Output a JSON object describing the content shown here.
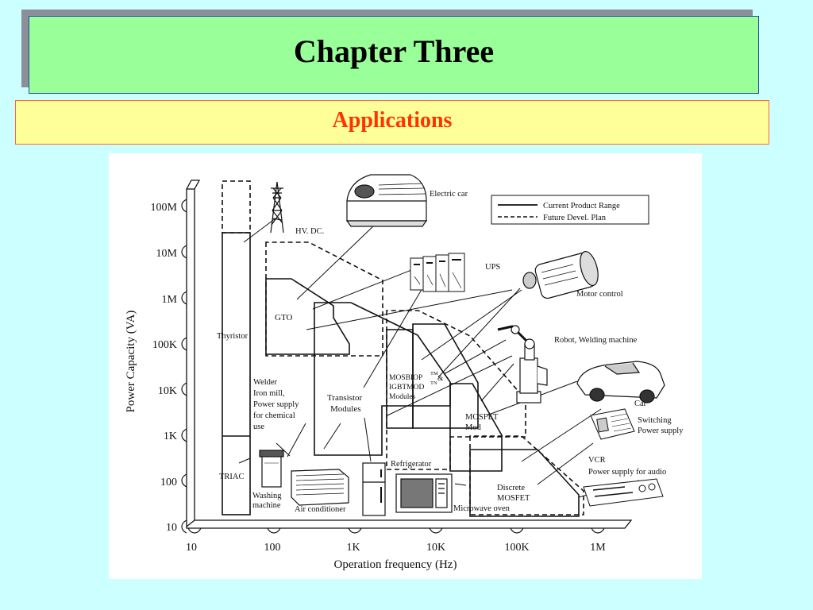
{
  "slide": {
    "title": "Chapter Three",
    "subtitle": "Applications",
    "colors": {
      "background": "#ccffff",
      "title_bg": "#99ff99",
      "subtitle_bg": "#ffff99",
      "subtitle_text": "#ff3300"
    }
  },
  "diagram": {
    "y_axis": {
      "label": "Power Capacity (VA)",
      "ticks": [
        "100M",
        "10M",
        "1M",
        "100K",
        "10K",
        "1K",
        "100",
        "10"
      ]
    },
    "x_axis": {
      "label": "Operation frequency (Hz)",
      "ticks": [
        "10",
        "100",
        "1K",
        "10K",
        "100K",
        "1M"
      ]
    },
    "legend": {
      "current": "Current Product Range",
      "future": "Future Devel. Plan"
    },
    "regions": {
      "thyristor": "Thyristor",
      "triac": "TRIAC",
      "gto": "GTO",
      "transistor_1": "Transistor",
      "transistor_2": "Modules",
      "mosbiop_1": "MOSBIOP",
      "mosbiop_tm": "TM",
      "mosbiop_amp": "&",
      "igbtmod_1": "IGBTMOD",
      "igbtmod_tm": "TN",
      "modules": "Modules",
      "mosfet_mod_1": "MOSFET",
      "mosfet_mod_2": "Mod",
      "discrete_1": "Discrete",
      "discrete_2": "MOSFET"
    },
    "applications": {
      "hvdc": "HV. DC.",
      "electric_car": "Electric car",
      "ups": "UPS",
      "motor_control": "Motor control",
      "robot": "Robot, Welding machine",
      "car": "Car",
      "switching_1": "Switching",
      "switching_2": "Power supply",
      "vcr": "VCR",
      "audio": "Power supply for audio",
      "welder_1": "Welder",
      "welder_2": "Iron mill,",
      "welder_3": "Power supply",
      "welder_4": "for chemical",
      "welder_5": "use",
      "washing_1": "Washing",
      "washing_2": "machine",
      "air_conditioner": "Air conditioner",
      "refrigerator": "Refrigerator",
      "microwave": "Microwave oven"
    }
  }
}
